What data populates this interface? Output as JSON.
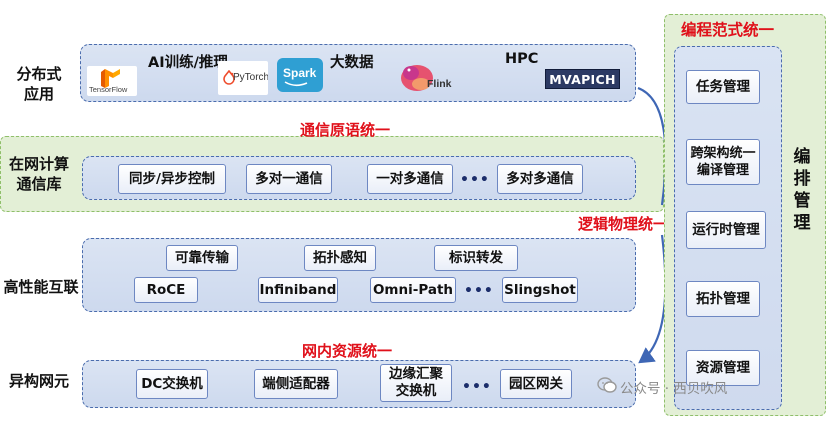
{
  "rows": {
    "distributed_apps": {
      "label_line1": "分布式",
      "label_line2": "应用"
    },
    "network_comm": {
      "label_line1": "在网计算",
      "label_line2": "通信库"
    },
    "interconnect": {
      "label": "高性能互联"
    },
    "hetero": {
      "label": "异构网元"
    }
  },
  "apps_panel": {
    "ai_label": "AI训练/推理",
    "bigdata_label": "大数据",
    "hpc_label": "HPC",
    "logos": {
      "tensorflow": "TensorFlow",
      "pytorch": "PyTorch",
      "spark": "Spark",
      "flink": "Flink",
      "mvapich": "MVAPICH"
    }
  },
  "comm_panel": {
    "title": "通信原语统一",
    "items": [
      "同步/异步控制",
      "多对一通信",
      "一对多通信",
      "多对多通信"
    ],
    "ellipsis": "•••"
  },
  "interconnect_panel": {
    "top_items": [
      "可靠传输",
      "拓扑感知",
      "标识转发"
    ],
    "bottom_items": [
      "RoCE",
      "Infiniband",
      "Omni-Path",
      "Slingshot"
    ],
    "ellipsis": "•••"
  },
  "hetero_panel": {
    "title": "网内资源统一",
    "items": [
      "DC交换机",
      "端侧适配器",
      "边缘汇聚交换机",
      "园区网关"
    ],
    "edge_line1": "边缘汇聚",
    "edge_line2": "交换机",
    "ellipsis": "•••"
  },
  "middle_title": "逻辑物理统一",
  "right_panel": {
    "title": "编程范式统一",
    "side_label": [
      "编",
      "排",
      "管",
      "理"
    ],
    "items": {
      "task": "任务管理",
      "cross_line1": "跨架构统一",
      "cross_line2": "编译管理",
      "runtime": "运行时管理",
      "topology": "拓扑管理",
      "resource": "资源管理"
    }
  },
  "watermark": "公众号 · 西贝吹风",
  "colors": {
    "accent_red": "#e0101a",
    "panel_blue": "#cdd9ee",
    "border_blue": "#4a6cad",
    "band_green": "#e3efd6",
    "arrow_blue": "#3f67b5"
  }
}
